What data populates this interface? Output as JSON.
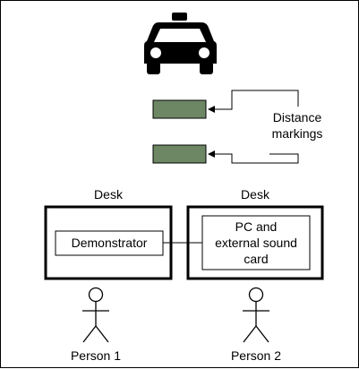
{
  "diagram": {
    "car_icon": "taxi-icon",
    "distance_label_line1": "Distance",
    "distance_label_line2": "markings",
    "desk_left_label": "Desk",
    "desk_right_label": "Desk",
    "demonstrator_label": "Demonstrator",
    "pc_line1": "PC and",
    "pc_line2": "external sound",
    "pc_line3": "card",
    "person1_label": "Person 1",
    "person2_label": "Person 2",
    "person_icon": "stick-figure-icon",
    "marking_color": "#6d8764",
    "stroke_color": "#000000"
  }
}
